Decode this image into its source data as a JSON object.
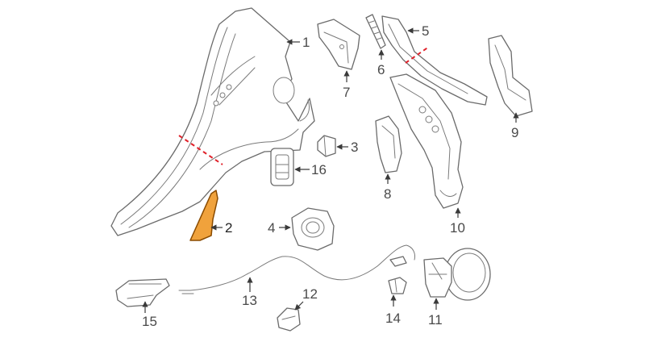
{
  "colors": {
    "highlight_fill": "#F0A23C",
    "highlight_stroke": "#8a4b00",
    "cut_line": "#e0212a"
  },
  "callouts": {
    "c1": "1",
    "c2": "2",
    "c3": "3",
    "c4": "4",
    "c5": "5",
    "c6": "6",
    "c7": "7",
    "c8": "8",
    "c9": "9",
    "c10": "10",
    "c11": "11",
    "c12": "12",
    "c13": "13",
    "c14": "14",
    "c15": "15",
    "c16": "16"
  }
}
